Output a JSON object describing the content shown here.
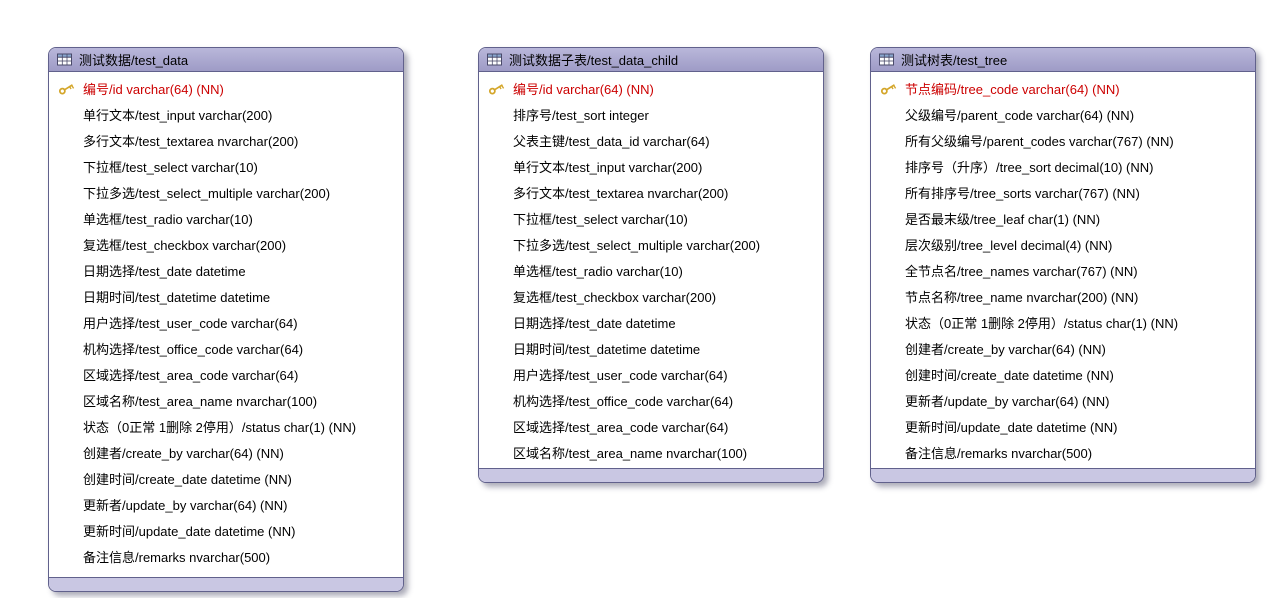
{
  "colors": {
    "header_bg": "#9e9bc6",
    "header_bg_light": "#b9b7da",
    "footer_bg": "#c9c7e3",
    "border_color": "#61618c",
    "pk_text": "#cc0000",
    "key_gold": "#d4a62a",
    "table_icon_header": "#8aa8d0"
  },
  "entities": [
    {
      "name": "test-data",
      "title": "测试数据/test_data",
      "fields": [
        {
          "text": "编号/id varchar(64) (NN)",
          "pk": true
        },
        {
          "text": "单行文本/test_input varchar(200)",
          "pk": false
        },
        {
          "text": "多行文本/test_textarea nvarchar(200)",
          "pk": false
        },
        {
          "text": "下拉框/test_select varchar(10)",
          "pk": false
        },
        {
          "text": "下拉多选/test_select_multiple varchar(200)",
          "pk": false
        },
        {
          "text": "单选框/test_radio varchar(10)",
          "pk": false
        },
        {
          "text": "复选框/test_checkbox varchar(200)",
          "pk": false
        },
        {
          "text": "日期选择/test_date datetime",
          "pk": false
        },
        {
          "text": "日期时间/test_datetime datetime",
          "pk": false
        },
        {
          "text": "用户选择/test_user_code varchar(64)",
          "pk": false
        },
        {
          "text": "机构选择/test_office_code varchar(64)",
          "pk": false
        },
        {
          "text": "区域选择/test_area_code varchar(64)",
          "pk": false
        },
        {
          "text": "区域名称/test_area_name nvarchar(100)",
          "pk": false
        },
        {
          "text": "状态（0正常 1删除 2停用）/status char(1) (NN)",
          "pk": false
        },
        {
          "text": "创建者/create_by varchar(64) (NN)",
          "pk": false
        },
        {
          "text": "创建时间/create_date datetime (NN)",
          "pk": false
        },
        {
          "text": "更新者/update_by varchar(64) (NN)",
          "pk": false
        },
        {
          "text": "更新时间/update_date datetime (NN)",
          "pk": false
        },
        {
          "text": "备注信息/remarks nvarchar(500)",
          "pk": false
        }
      ]
    },
    {
      "name": "test-data-child",
      "title": "测试数据子表/test_data_child",
      "fields": [
        {
          "text": "编号/id varchar(64) (NN)",
          "pk": true
        },
        {
          "text": "排序号/test_sort integer",
          "pk": false
        },
        {
          "text": "父表主键/test_data_id varchar(64)",
          "pk": false
        },
        {
          "text": "单行文本/test_input varchar(200)",
          "pk": false
        },
        {
          "text": "多行文本/test_textarea nvarchar(200)",
          "pk": false
        },
        {
          "text": "下拉框/test_select varchar(10)",
          "pk": false
        },
        {
          "text": "下拉多选/test_select_multiple varchar(200)",
          "pk": false
        },
        {
          "text": "单选框/test_radio varchar(10)",
          "pk": false
        },
        {
          "text": "复选框/test_checkbox varchar(200)",
          "pk": false
        },
        {
          "text": "日期选择/test_date datetime",
          "pk": false
        },
        {
          "text": "日期时间/test_datetime datetime",
          "pk": false
        },
        {
          "text": "用户选择/test_user_code varchar(64)",
          "pk": false
        },
        {
          "text": "机构选择/test_office_code varchar(64)",
          "pk": false
        },
        {
          "text": "区域选择/test_area_code varchar(64)",
          "pk": false
        },
        {
          "text": "区域名称/test_area_name nvarchar(100)",
          "pk": false
        }
      ]
    },
    {
      "name": "test-tree",
      "title": "测试树表/test_tree",
      "fields": [
        {
          "text": "节点编码/tree_code varchar(64) (NN)",
          "pk": true
        },
        {
          "text": "父级编号/parent_code varchar(64) (NN)",
          "pk": false
        },
        {
          "text": "所有父级编号/parent_codes varchar(767) (NN)",
          "pk": false
        },
        {
          "text": "排序号（升序）/tree_sort decimal(10) (NN)",
          "pk": false
        },
        {
          "text": "所有排序号/tree_sorts varchar(767) (NN)",
          "pk": false
        },
        {
          "text": "是否最末级/tree_leaf char(1) (NN)",
          "pk": false
        },
        {
          "text": "层次级别/tree_level decimal(4) (NN)",
          "pk": false
        },
        {
          "text": "全节点名/tree_names varchar(767) (NN)",
          "pk": false
        },
        {
          "text": "节点名称/tree_name nvarchar(200) (NN)",
          "pk": false
        },
        {
          "text": "状态（0正常 1删除 2停用）/status char(1) (NN)",
          "pk": false
        },
        {
          "text": "创建者/create_by varchar(64) (NN)",
          "pk": false
        },
        {
          "text": "创建时间/create_date datetime (NN)",
          "pk": false
        },
        {
          "text": "更新者/update_by varchar(64) (NN)",
          "pk": false
        },
        {
          "text": "更新时间/update_date datetime (NN)",
          "pk": false
        },
        {
          "text": "备注信息/remarks nvarchar(500)",
          "pk": false
        }
      ]
    }
  ]
}
